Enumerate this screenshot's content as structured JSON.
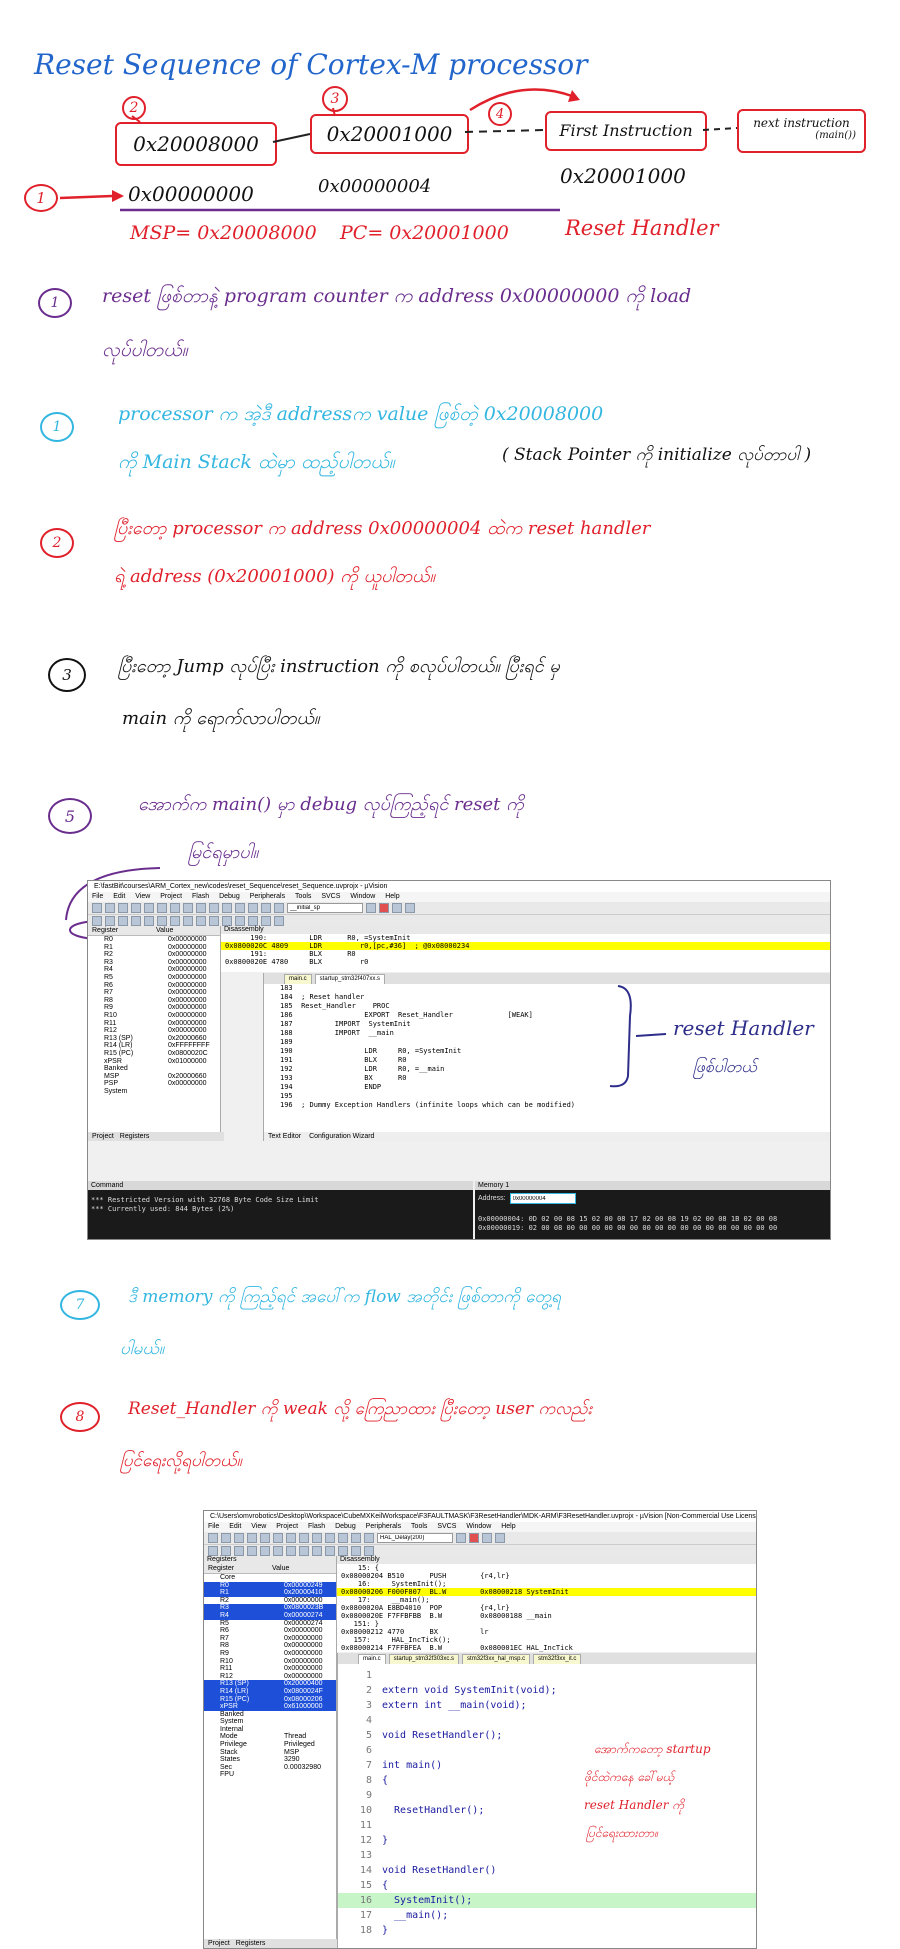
{
  "notes": {
    "title": "Reset Sequence of Cortex-M processor",
    "diagram": {
      "markers": [
        "1",
        "2",
        "3",
        "4"
      ],
      "box1": "0x20008000",
      "box2": "0x20001000",
      "box3": "First Instruction",
      "box4": "next instruction",
      "box4_sub": "(main())",
      "addr1": "0x00000000",
      "addr2": "0x00000004",
      "addr3": "0x20001000",
      "msp": "MSP= 0x20008000",
      "pc": "PC= 0x20001000",
      "reset_handler": "Reset Handler"
    },
    "steps": [
      {
        "marker": "1",
        "lines": [
          "reset ဖြစ်တာနဲ့ program counter က address 0x00000000 ကို load",
          "လုပ်ပါတယ်။"
        ]
      },
      {
        "marker": "1",
        "lines": [
          "processor က အဲ့ဒီ addressက value ဖြစ်တဲ့ 0x20008000",
          "ကို Main Stack ထဲမှာ ထည့်ပါတယ်။"
        ],
        "aside": "( Stack Pointer ကို initialize လုပ်တာပါ )"
      },
      {
        "marker": "2",
        "lines": [
          "ပြီးတော့ processor က address 0x00000004 ထဲက reset handler",
          "ရဲ့ address (0x20001000) ကို ယူပါတယ်။"
        ]
      },
      {
        "marker": "3",
        "lines": [
          "ပြီးတော့ Jump လုပ်ပြီး instruction ကို စလုပ်ပါတယ်။ ပြီးရင် မှ",
          "main ကို ရောက်လာပါတယ်။"
        ]
      },
      {
        "marker": "5",
        "lines": [
          "အောက်က main() မှာ debug လုပ်ကြည့်ရင် reset ကို",
          "မြင်ရမှာပါ။"
        ]
      },
      {
        "marker": "7",
        "lines": [
          "ဒီ memory ကို ကြည့်ရင် အပေါ်က flow အတိုင်း ဖြစ်တာကို တွေ့ရ",
          "ပါမယ်။"
        ]
      },
      {
        "marker": "8",
        "lines": [
          "Reset_Handler ကို weak လို့ ကြေညာထား ပြီးတော့ user ကလည်း",
          "ပြင်ရေးလို့ရပါတယ်။"
        ]
      }
    ],
    "annot1": [
      "reset Handler",
      "ဖြစ်ပါတယ်"
    ],
    "annot2": [
      "အောက်ကတော့ startup",
      "ဖိုင်ထဲကနေ ခေါ်မယ့်",
      "reset Handler ကို",
      "ပြင်ရေးထားတာ။"
    ]
  },
  "ide1": {
    "title": "E:\\fastBit\\courses\\ARM_Cortex_new\\codes\\reset_Sequence\\reset_Sequence.uvprojx - µVision",
    "menu": [
      "File",
      "Edit",
      "View",
      "Project",
      "Flash",
      "Debug",
      "Peripherals",
      "Tools",
      "SVCS",
      "Window",
      "Help"
    ],
    "toolbar_field": "__initial_sp",
    "reg_header": [
      "Register",
      "Value"
    ],
    "registers": [
      [
        "R0",
        "0x00000000"
      ],
      [
        "R1",
        "0x00000000"
      ],
      [
        "R2",
        "0x00000000"
      ],
      [
        "R3",
        "0x00000000"
      ],
      [
        "R4",
        "0x00000000"
      ],
      [
        "R5",
        "0x00000000"
      ],
      [
        "R6",
        "0x00000000"
      ],
      [
        "R7",
        "0x00000000"
      ],
      [
        "R8",
        "0x00000000"
      ],
      [
        "R9",
        "0x00000000"
      ],
      [
        "R10",
        "0x00000000"
      ],
      [
        "R11",
        "0x00000000"
      ],
      [
        "R12",
        "0x00000000"
      ],
      [
        "R13 (SP)",
        "0x20000660"
      ],
      [
        "R14 (LR)",
        "0xFFFFFFFF"
      ],
      [
        "R15 (PC)",
        "0x0800020C"
      ],
      [
        "xPSR",
        "0x01000000"
      ],
      [
        "Banked",
        ""
      ],
      [
        "MSP",
        "0x20000660"
      ],
      [
        "PSP",
        "0x00000000"
      ],
      [
        "System",
        ""
      ]
    ],
    "reg_tabs": [
      "Project",
      "Registers"
    ],
    "disasm_title": "Disassembly",
    "disasm": [
      "      190:          LDR      R0, =SystemInit",
      "0x0800020C 4809     LDR         r0,[pc,#36]  ; @0x08000234",
      "      191:          BLX      R0",
      "0x0800020E 4780     BLX         r0"
    ],
    "tabs": [
      "main.c",
      "startup_stm32f407xx.s"
    ],
    "code": [
      "183",
      "184  ; Reset handler",
      "185  Reset_Handler    PROC",
      "186                 EXPORT  Reset_Handler             [WEAK]",
      "187          IMPORT  SystemInit",
      "188          IMPORT  __main",
      "189",
      "190                 LDR     R0, =SystemInit",
      "191                 BLX     R0",
      "192                 LDR     R0, =__main",
      "193                 BX      R0",
      "194                 ENDP",
      "195",
      "196  ; Dummy Exception Handlers (infinite loops which can be modified)"
    ],
    "editor_tabs": [
      "Text Editor",
      "Configuration Wizard"
    ],
    "command_title": "Command",
    "command": [
      "*** Restricted Version with 32768 Byte Code Size Limit",
      "*** Currently used: 844 Bytes (2%)"
    ],
    "memory_title": "Memory 1",
    "address_label": "Address:",
    "address_value": "0x00000004",
    "memory": [
      "0x00000004: 0D 02 00 08 15 02 00 08 17 02 00 08 19 02 00 08 1B 02 00 08",
      "0x00000019: 02 00 08 00 00 00 00 00 00 00 00 00 00 00 00 00 00 00 00 00"
    ]
  },
  "ide2": {
    "title": "C:\\Users\\omvrobotics\\Desktop\\Workspace\\CubeMXKeilWorkspace\\F3FAULTMASK\\F3ResetHandler\\MDK-ARM\\F3ResetHandler.uvprojx - µVision  [Non-Commercial Use License]",
    "menu": [
      "File",
      "Edit",
      "View",
      "Project",
      "Flash",
      "Debug",
      "Peripherals",
      "Tools",
      "SVCS",
      "Window",
      "Help"
    ],
    "toolbar_field": "HAL_Delay(200)",
    "reg_title": "Registers",
    "reg_header": [
      "Register",
      "Value"
    ],
    "registers": [
      [
        "Core",
        ""
      ],
      [
        "R0",
        "0x00000249"
      ],
      [
        "R1",
        "0x20000410"
      ],
      [
        "R2",
        "0x00000000"
      ],
      [
        "R3",
        "0x0800023B"
      ],
      [
        "R4",
        "0x00000274"
      ],
      [
        "R5",
        "0x00000274"
      ],
      [
        "R6",
        "0x00000000"
      ],
      [
        "R7",
        "0x00000000"
      ],
      [
        "R8",
        "0x00000000"
      ],
      [
        "R9",
        "0x00000000"
      ],
      [
        "R10",
        "0x00000000"
      ],
      [
        "R11",
        "0x00000000"
      ],
      [
        "R12",
        "0x00000000"
      ],
      [
        "R13 (SP)",
        "0x20000400"
      ],
      [
        "R14 (LR)",
        "0x0800024F"
      ],
      [
        "R15 (PC)",
        "0x08000206"
      ],
      [
        "xPSR",
        "0x61000000"
      ],
      [
        "Banked",
        ""
      ],
      [
        "System",
        ""
      ],
      [
        "Internal",
        ""
      ],
      [
        "Mode",
        "Thread"
      ],
      [
        "Privilege",
        "Privileged"
      ],
      [
        "Stack",
        "MSP"
      ],
      [
        "States",
        "3290"
      ],
      [
        "Sec",
        "0.00032980"
      ],
      [
        "FPU",
        ""
      ]
    ],
    "selected_rows": [
      1,
      2,
      4,
      5,
      14,
      15,
      16,
      17
    ],
    "reg_tabs": [
      "Project",
      "Registers"
    ],
    "disasm_title": "Disassembly",
    "disasm": [
      "    15: {",
      "0x08000204 B510      PUSH        {r4,lr}",
      "    16:     SystemInit();",
      "0x08000206 F000F807  BL.W        0x08000218 SystemInit",
      "    17:     __main();",
      "0x0800020A E8BD4010  POP         {r4,lr}",
      "0x0800020E F7FFBFBB  B.W         0x08000188 __main",
      "   151: }",
      "0x08000212 4770      BX          lr",
      "   157:     HAL_IncTick();",
      "0x08000214 F7FFBFEA  B.W         0x080001EC HAL_IncTick"
    ],
    "tabs": [
      "main.c",
      "startup_stm32f303xc.s",
      "stm32f3xx_hal_msp.c",
      "stm32f3xx_it.c"
    ],
    "code": [
      [
        "1",
        ""
      ],
      [
        "2",
        "extern void SystemInit(void);"
      ],
      [
        "3",
        "extern int __main(void);"
      ],
      [
        "4",
        ""
      ],
      [
        "5",
        "void ResetHandler();"
      ],
      [
        "6",
        ""
      ],
      [
        "7",
        "int main()"
      ],
      [
        "8",
        "{"
      ],
      [
        "9",
        ""
      ],
      [
        "10",
        "  ResetHandler();"
      ],
      [
        "11",
        ""
      ],
      [
        "12",
        "}"
      ],
      [
        "13",
        ""
      ],
      [
        "14",
        "void ResetHandler()"
      ],
      [
        "15",
        "{"
      ],
      [
        "16",
        "  SystemInit();"
      ],
      [
        "17",
        "  __main();"
      ],
      [
        "18",
        "}"
      ]
    ]
  },
  "colors": {
    "blue": "#2266cc",
    "red": "#e0202a",
    "purple": "#6a2d8e",
    "cyan": "#33b6e0",
    "highlight": "#ffff00"
  }
}
